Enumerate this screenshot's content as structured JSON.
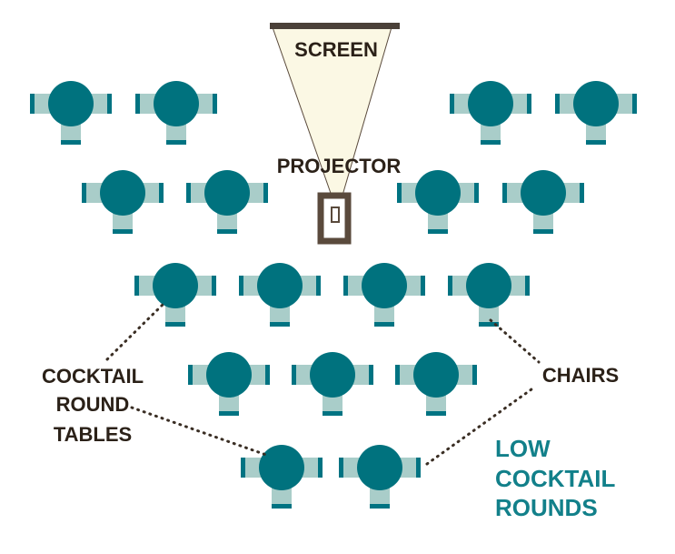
{
  "title": "",
  "screen_label": "SCREEN",
  "projector_label": "PROJECTOR",
  "callouts": {
    "tables_lines": [
      "COCKTAIL",
      "ROUND",
      "TABLES"
    ],
    "chairs": "CHAIRS"
  },
  "legend_lines": [
    "LOW",
    "COCKTAIL",
    "ROUNDS"
  ],
  "colors": {
    "table": "#00727e",
    "chair": "#a9cdc9",
    "chair_back": "#007382",
    "screen_bar": "#4a4038",
    "projector": "#5a4a3c",
    "beam": "#fbf8e4",
    "text_dark": "#2b2118",
    "text_accent": "#12808a",
    "leader": "#3a2e24"
  }
}
